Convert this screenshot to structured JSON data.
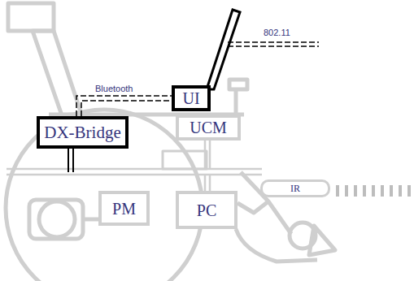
{
  "diagram": {
    "nodes": [
      {
        "text": [
          "DX-Bridge"
        ]
      },
      {
        "text": [
          "UI"
        ]
      },
      {
        "text": [
          "UCM"
        ]
      },
      {
        "text": [
          "PM"
        ]
      },
      {
        "text": [
          "PC"
        ]
      },
      {
        "text": [
          "IR"
        ]
      }
    ],
    "edges": [
      {
        "from": 0,
        "to": 1,
        "arrow": "none",
        "label": "Bluetooth"
      }
    ],
    "labels": [
      "802.11"
    ]
  }
}
